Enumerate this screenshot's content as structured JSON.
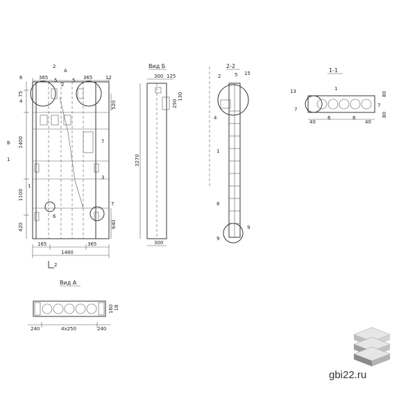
{
  "views": {
    "front": {
      "dims": {
        "top_left": "365",
        "top_right": "365",
        "left_top": "75",
        "left_mid": "1400",
        "left_low": "1100",
        "left_bot": "420",
        "right_top": "520",
        "right_bot": "640",
        "bottom_left": "165",
        "bottom_right": "365",
        "total_width": "1480"
      },
      "callouts": [
        "6",
        "5",
        "2",
        "5",
        "12",
        "4",
        "7",
        "3",
        "1",
        "6",
        "7"
      ],
      "section_marks": [
        "2",
        "A",
        "Б",
        "1",
        "2"
      ]
    },
    "view_b": {
      "title": "Вид Б",
      "dims": {
        "top_a": "300",
        "top_b": "125",
        "side_a": "250",
        "side_b": "130",
        "height": "3270",
        "bottom": "300"
      }
    },
    "section_22": {
      "title": "2-2",
      "callouts": [
        "2",
        "5",
        "15",
        "4",
        "1",
        "8",
        "9",
        "9"
      ]
    },
    "section_11": {
      "title": "1-1",
      "callouts": [
        "13",
        "1",
        "7",
        "6",
        "8",
        "7"
      ],
      "dims": {
        "r_top": "80",
        "r_bot": "80",
        "b_left": "40",
        "b_right": "40"
      }
    },
    "view_a": {
      "title": "Вид А",
      "dims": {
        "left": "240",
        "middle": "4x250",
        "right": "240",
        "side_a": "160",
        "side_b": "18"
      }
    }
  },
  "watermark": {
    "text": "gbi22.ru"
  }
}
